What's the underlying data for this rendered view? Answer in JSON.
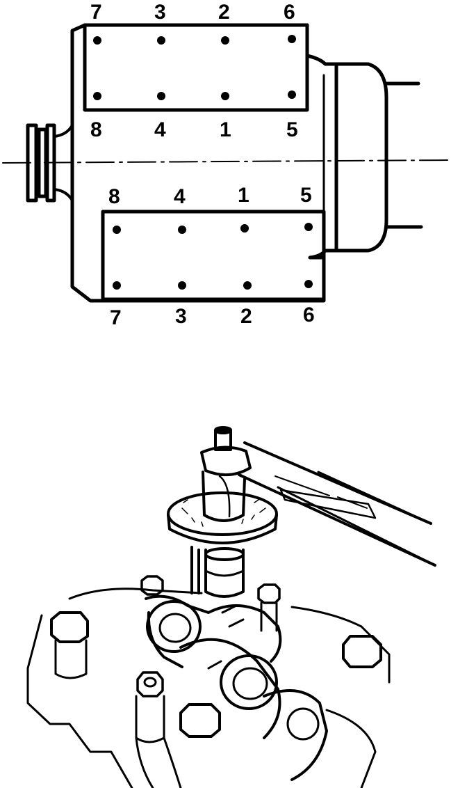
{
  "diagram": {
    "upper_head_top_labels": [
      "7",
      "3",
      "2",
      "6"
    ],
    "upper_head_bottom_labels": [
      "8",
      "4",
      "1",
      "5"
    ],
    "lower_head_top_labels": [
      "8",
      "4",
      "1",
      "5"
    ],
    "lower_head_bottom_labels": [
      "7",
      "3",
      "2",
      "6"
    ]
  },
  "colors": {
    "ink": "#000000",
    "paper": "#ffffff"
  }
}
